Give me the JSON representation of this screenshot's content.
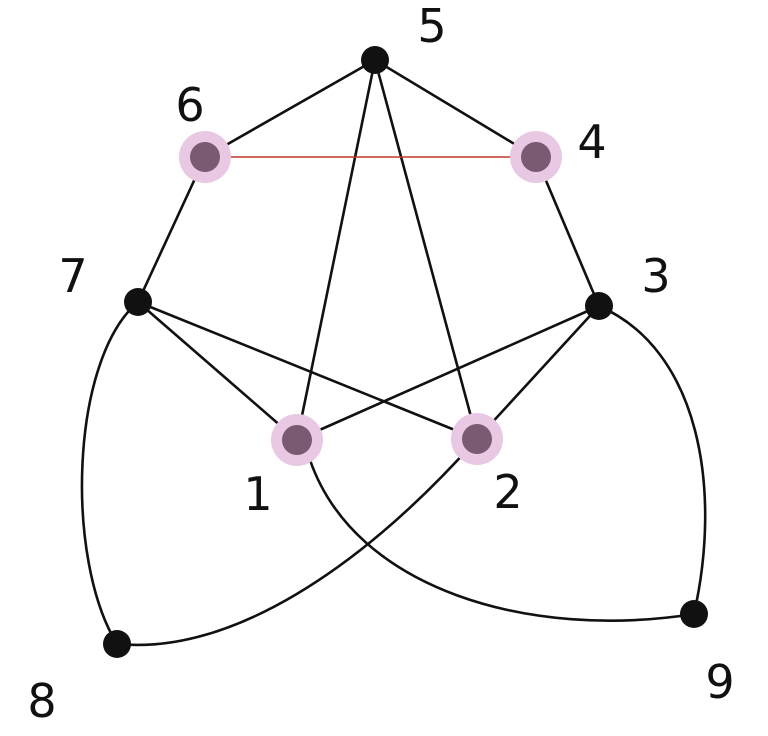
{
  "colors": {
    "edge": "#111111",
    "highlight_edge": "#c0392b",
    "node": "#111111",
    "highlighted_node": "#7a5a73",
    "halo": "#e9c8e3"
  },
  "nodes": [
    {
      "id": "1",
      "label": "1",
      "highlighted": true
    },
    {
      "id": "2",
      "label": "2",
      "highlighted": true
    },
    {
      "id": "3",
      "label": "3",
      "highlighted": false
    },
    {
      "id": "4",
      "label": "4",
      "highlighted": true
    },
    {
      "id": "5",
      "label": "5",
      "highlighted": false
    },
    {
      "id": "6",
      "label": "6",
      "highlighted": true
    },
    {
      "id": "7",
      "label": "7",
      "highlighted": false
    },
    {
      "id": "8",
      "label": "8",
      "highlighted": false
    },
    {
      "id": "9",
      "label": "9",
      "highlighted": false
    }
  ],
  "edges": [
    {
      "from": "5",
      "to": "6",
      "highlighted": false
    },
    {
      "from": "5",
      "to": "4",
      "highlighted": false
    },
    {
      "from": "5",
      "to": "1",
      "highlighted": false
    },
    {
      "from": "5",
      "to": "2",
      "highlighted": false
    },
    {
      "from": "6",
      "to": "4",
      "highlighted": true
    },
    {
      "from": "6",
      "to": "7",
      "highlighted": false
    },
    {
      "from": "4",
      "to": "3",
      "highlighted": false
    },
    {
      "from": "7",
      "to": "1",
      "highlighted": false
    },
    {
      "from": "7",
      "to": "2",
      "highlighted": false
    },
    {
      "from": "3",
      "to": "1",
      "highlighted": false
    },
    {
      "from": "3",
      "to": "2",
      "highlighted": false
    },
    {
      "from": "7",
      "to": "8",
      "highlighted": false
    },
    {
      "from": "8",
      "to": "2",
      "highlighted": false
    },
    {
      "from": "1",
      "to": "9",
      "highlighted": false
    },
    {
      "from": "3",
      "to": "9",
      "highlighted": false
    }
  ]
}
